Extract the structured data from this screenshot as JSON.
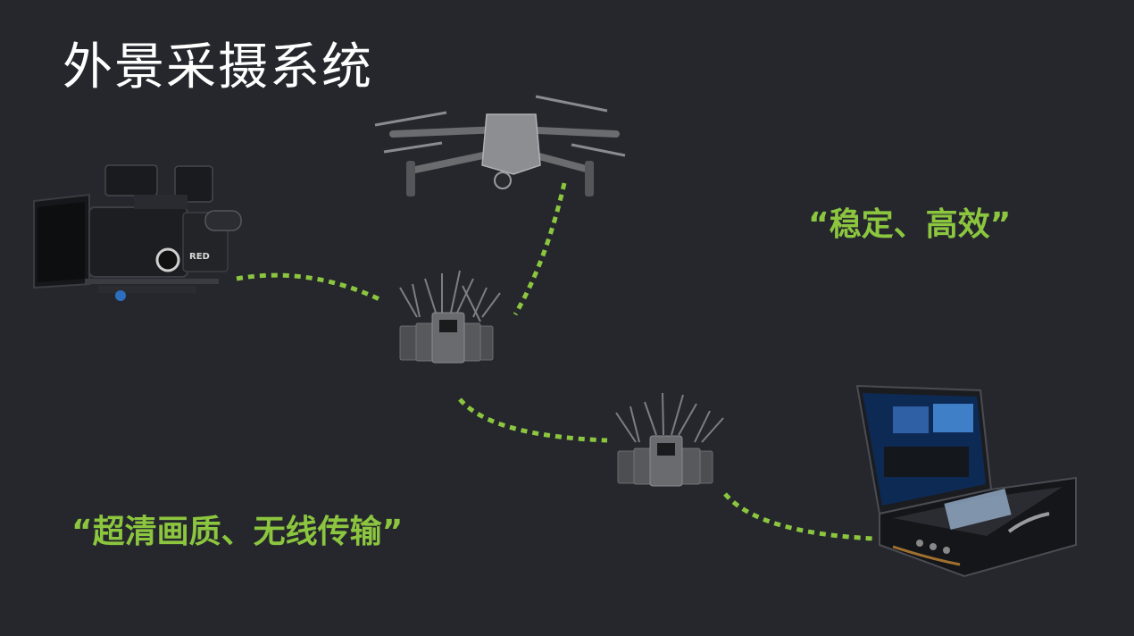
{
  "title": "外景采摄系统",
  "slogans": {
    "stable": "“稳定、高效”",
    "hd": "“超清画质、无线传输”"
  },
  "colors": {
    "background": "#25272d",
    "accent": "#8cc63f",
    "title": "#ffffff"
  },
  "devices": {
    "camera_brand": "RED"
  }
}
